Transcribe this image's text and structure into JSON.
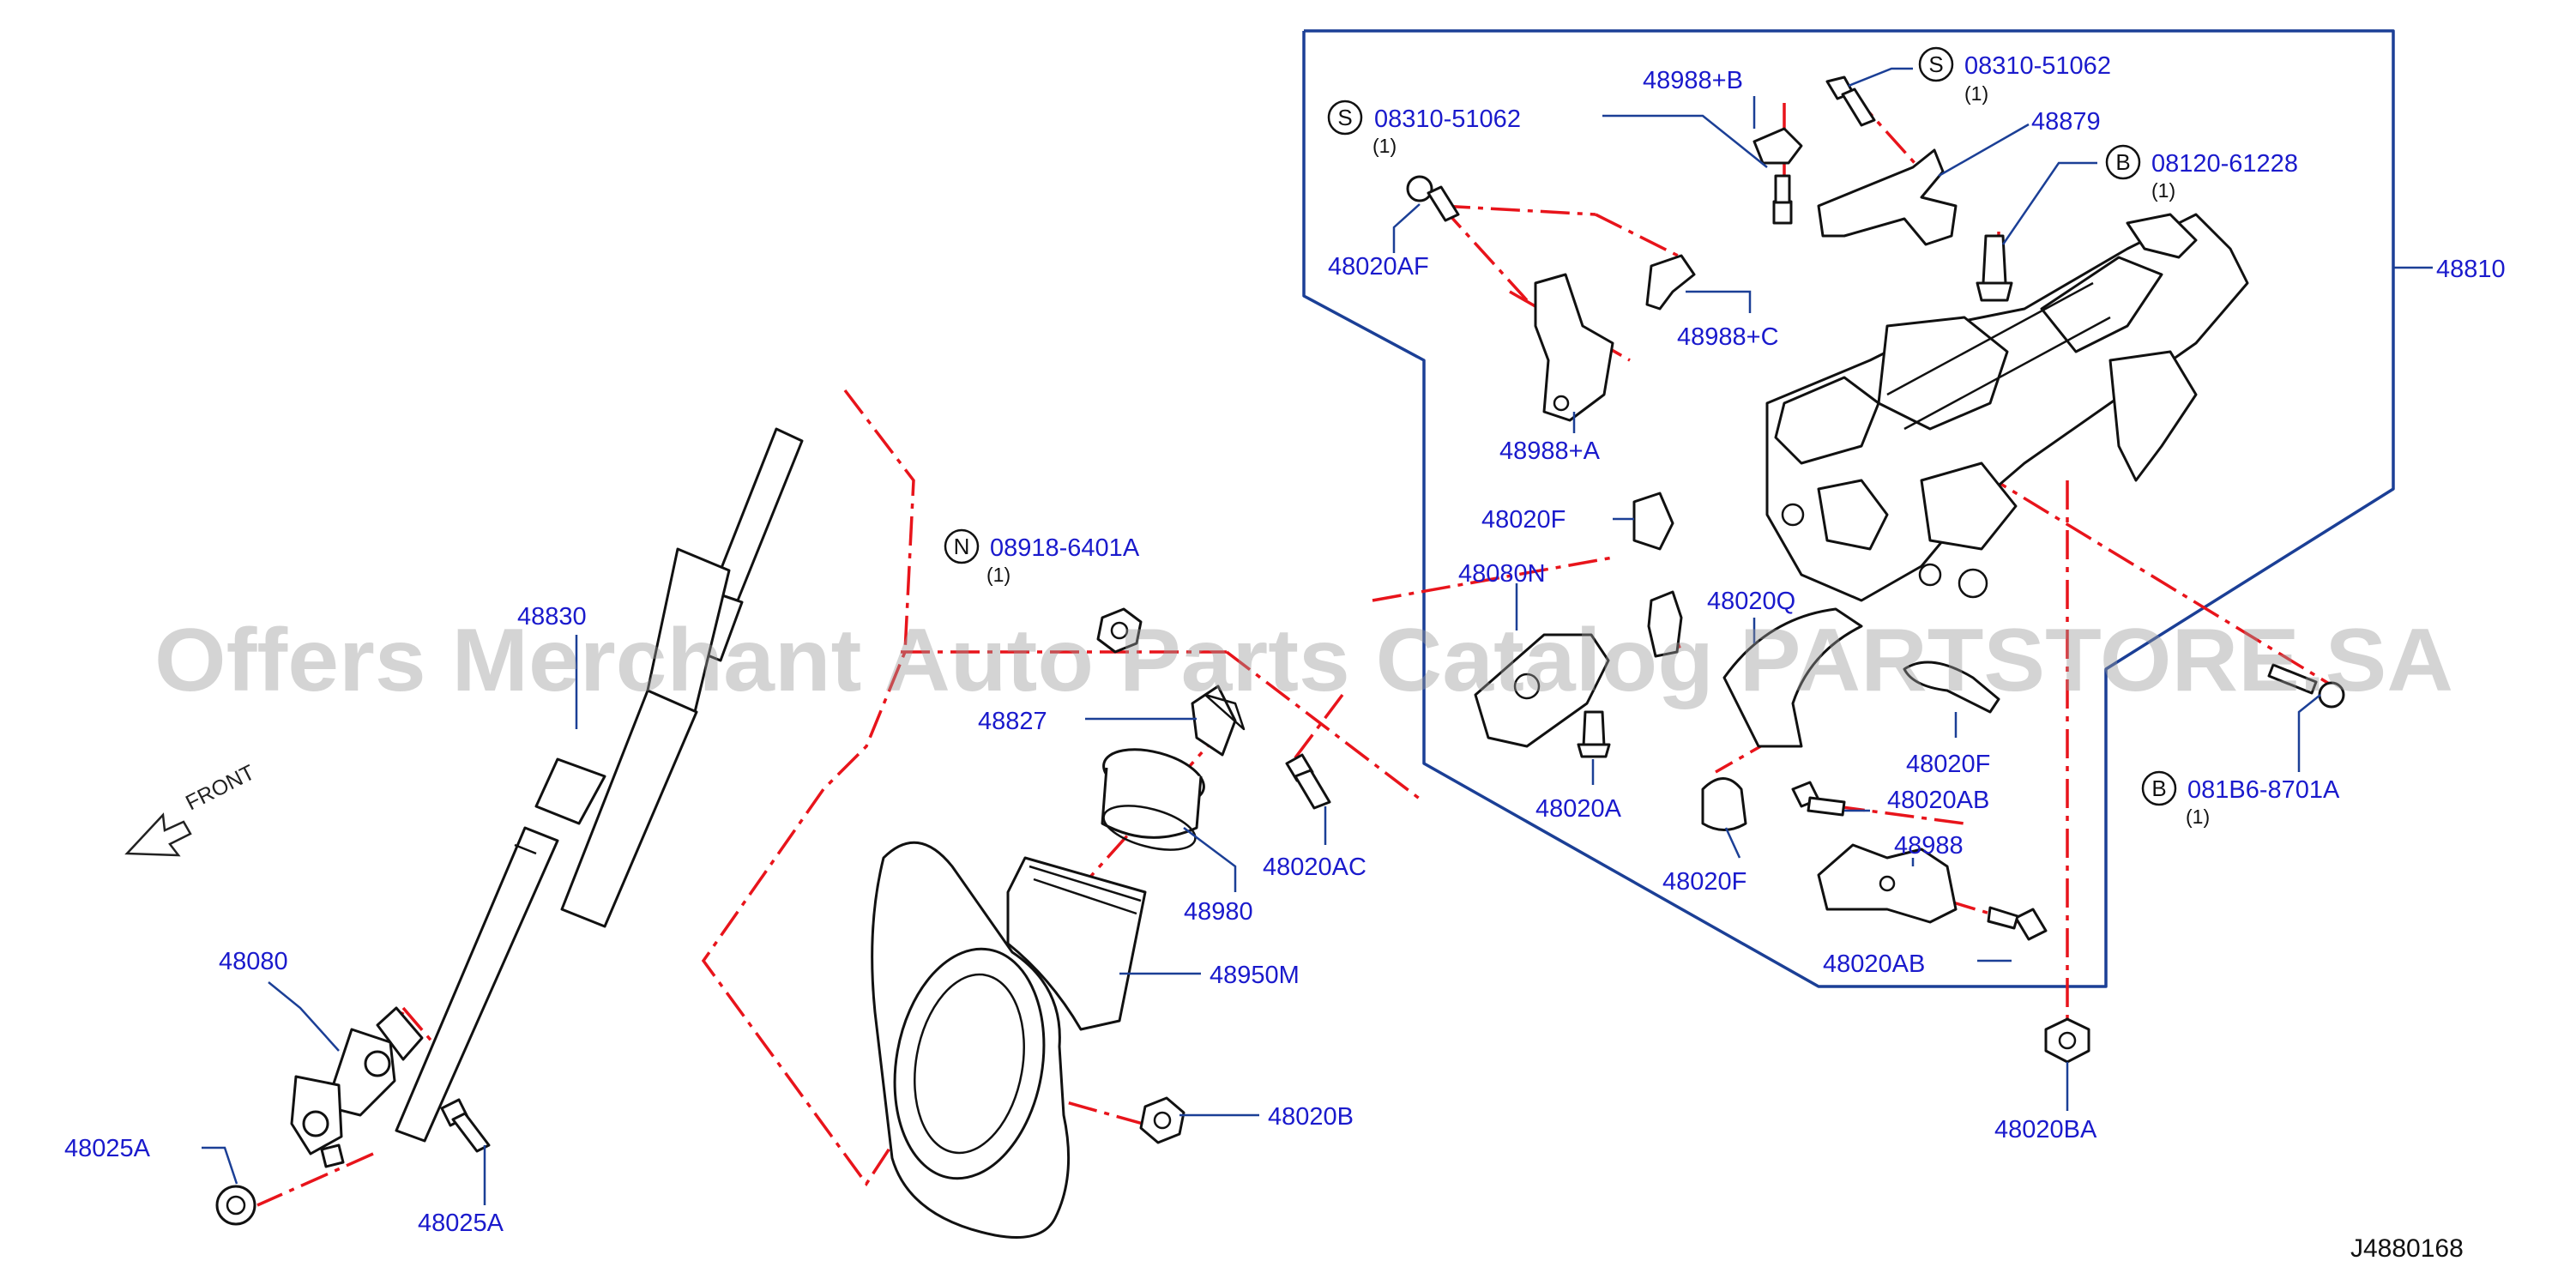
{
  "watermark": "Offers Merchant Auto Parts Catalog PARTSTORE.SA",
  "diagram_code": "J4880168",
  "front_label": "FRONT",
  "parts": {
    "p48810": "48810",
    "p48830": "48830",
    "p48080": "48080",
    "p48025A_left": "48025A",
    "p48025A_bottom": "48025A",
    "p48827": "48827",
    "p48980": "48980",
    "p48950M": "48950M",
    "p48020B": "48020B",
    "p48020AC": "48020AC",
    "p48020AF": "48020AF",
    "p48988A": "48988+A",
    "p48988B": "48988+B",
    "p48988C": "48988+C",
    "p48879": "48879",
    "p48020F_top": "48020F",
    "p48080N": "48080N",
    "p48020Q": "48020Q",
    "p48020A": "48020A",
    "p48020F_right": "48020F",
    "p48020F_bottom": "48020F",
    "p48020AB_top": "48020AB",
    "p48988": "48988",
    "p48020AB_bottom": "48020AB",
    "p48020BA": "48020BA"
  },
  "callouts": {
    "s_left": {
      "badge": "S",
      "part": "08310-51062",
      "qty": "(1)"
    },
    "s_top": {
      "badge": "S",
      "part": "08310-51062",
      "qty": "(1)"
    },
    "b_top": {
      "badge": "B",
      "part": "08120-61228",
      "qty": "(1)"
    },
    "n_mid": {
      "badge": "N",
      "part": "08918-6401A",
      "qty": "(1)"
    },
    "b_right": {
      "badge": "B",
      "part": "081B6-8701A",
      "qty": "(1)"
    }
  },
  "colors": {
    "label": "#1a1acc",
    "leader": "#1b3f96",
    "centerline": "#e8141b",
    "linework": "#111111"
  }
}
